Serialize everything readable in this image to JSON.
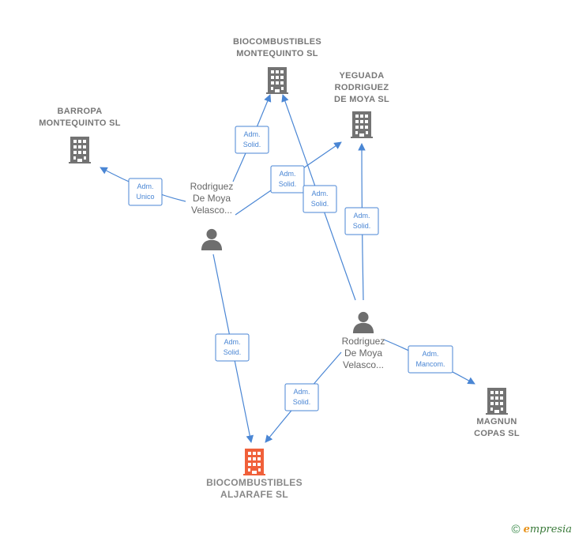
{
  "colors": {
    "edge": "#4a86d4",
    "company_icon": "#737373",
    "main_company_icon": "#f0603a",
    "person_icon": "#6e6e6e"
  },
  "companies": [
    {
      "id": "biocombustibles_montequinto",
      "label_lines": [
        "BIOCOMBUSTIBLES",
        "MONTEQUINTO SL"
      ],
      "icon": "building-icon",
      "highlight": false
    },
    {
      "id": "yeguada_rodriguez",
      "label_lines": [
        "YEGUADA",
        "RODRIGUEZ",
        "DE MOYA SL"
      ],
      "icon": "building-icon",
      "highlight": false
    },
    {
      "id": "barropa_montequinto",
      "label_lines": [
        "BARROPA",
        "MONTEQUINTO SL"
      ],
      "icon": "building-icon",
      "highlight": false
    },
    {
      "id": "magnun_copas",
      "label_lines": [
        "MAGNUN",
        "COPAS SL"
      ],
      "icon": "building-icon",
      "highlight": false
    },
    {
      "id": "biocombustibles_aljarafe",
      "label_lines": [
        "BIOCOMBUSTIBLES",
        "ALJARAFE SL"
      ],
      "icon": "building-icon",
      "highlight": true
    }
  ],
  "persons": [
    {
      "id": "person_1",
      "label_lines": [
        "Rodriguez",
        "De Moya",
        "Velasco..."
      ],
      "icon": "person-icon"
    },
    {
      "id": "person_2",
      "label_lines": [
        "Rodriguez",
        "De Moya",
        "Velasco..."
      ],
      "icon": "person-icon"
    }
  ],
  "edges": [
    {
      "from": "person_1",
      "to": "barropa_montequinto",
      "label_lines": [
        "Adm.",
        "Unico"
      ]
    },
    {
      "from": "person_1",
      "to": "biocombustibles_montequinto",
      "label_lines": [
        "Adm.",
        "Solid."
      ]
    },
    {
      "from": "person_1",
      "to": "yeguada_rodriguez",
      "label_lines": [
        "Adm.",
        "Solid."
      ]
    },
    {
      "from": "person_1",
      "to": "biocombustibles_aljarafe",
      "label_lines": [
        "Adm.",
        "Solid."
      ]
    },
    {
      "from": "person_2",
      "to": "biocombustibles_montequinto",
      "label_lines": [
        "Adm.",
        "Solid."
      ]
    },
    {
      "from": "person_2",
      "to": "yeguada_rodriguez",
      "label_lines": [
        "Adm.",
        "Solid."
      ]
    },
    {
      "from": "person_2",
      "to": "biocombustibles_aljarafe",
      "label_lines": [
        "Adm.",
        "Solid."
      ]
    },
    {
      "from": "person_2",
      "to": "magnun_copas",
      "label_lines": [
        "Adm.",
        "Mancom."
      ]
    }
  ],
  "footer": {
    "copyright_symbol": "©",
    "brand_first": "e",
    "brand_rest": "mpresia"
  }
}
